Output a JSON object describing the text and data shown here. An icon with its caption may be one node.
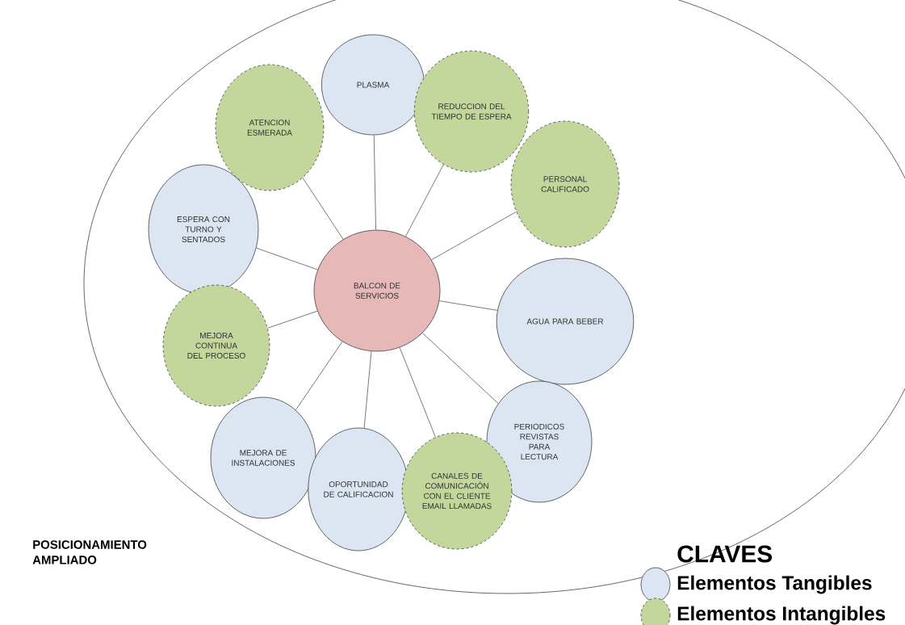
{
  "diagram": {
    "nodes": [
      {
        "text": [
          "POSICIONAMIENTO AMPLIADO"
        ]
      },
      {
        "text": [
          "PLASMA"
        ],
        "in": 0
      },
      {
        "text": [
          "REDUCCION DEL TIEMPO DE ESPERA"
        ],
        "in": 0
      },
      {
        "text": [
          "ATENCION ESMERADA"
        ],
        "in": 0
      },
      {
        "text": [
          "PERSONAL CALIFICADO"
        ],
        "in": 0
      },
      {
        "text": [
          "ESPERA CON TURNO Y SENTADOS"
        ],
        "in": 0
      },
      {
        "text": [
          "BALCON DE SERVICIOS"
        ],
        "in": 0
      },
      {
        "text": [
          "AGUA PARA BEBER"
        ],
        "in": 0
      },
      {
        "text": [
          "MEJORA CONTINUA DEL PROCESO"
        ],
        "in": 0
      },
      {
        "text": [
          "PERIODICOS REVISTAS PARA LECTURA"
        ],
        "in": 0
      },
      {
        "text": [
          "MEJORA DE INSTALACIONES"
        ],
        "in": 0
      },
      {
        "text": [
          "OPORTUNIDAD DE CALIFICACION"
        ],
        "in": 0
      },
      {
        "text": [
          "CANALES DE COMUNICACIÓN CON EL CLIENTE EMAIL LLAMADAS"
        ],
        "in": 0
      }
    ],
    "edges": [
      {
        "from": 6,
        "to": 1,
        "arrow": "none"
      },
      {
        "from": 6,
        "to": 2,
        "arrow": "none"
      },
      {
        "from": 6,
        "to": 3,
        "arrow": "none"
      },
      {
        "from": 6,
        "to": 4,
        "arrow": "none"
      },
      {
        "from": 6,
        "to": 5,
        "arrow": "none"
      },
      {
        "from": 6,
        "to": 7,
        "arrow": "none"
      },
      {
        "from": 6,
        "to": 8,
        "arrow": "none"
      },
      {
        "from": 6,
        "to": 9,
        "arrow": "none"
      },
      {
        "from": 6,
        "to": 10,
        "arrow": "none"
      },
      {
        "from": 6,
        "to": 11,
        "arrow": "none"
      },
      {
        "from": 6,
        "to": 12,
        "arrow": "none"
      }
    ],
    "labels": [
      "CLAVES"
    ],
    "legend": [
      {
        "text": "Elementos Tangibles",
        "color": "#dce6f2"
      },
      {
        "text": "Elementos Intangibles",
        "color": "#c3d69b"
      }
    ]
  }
}
